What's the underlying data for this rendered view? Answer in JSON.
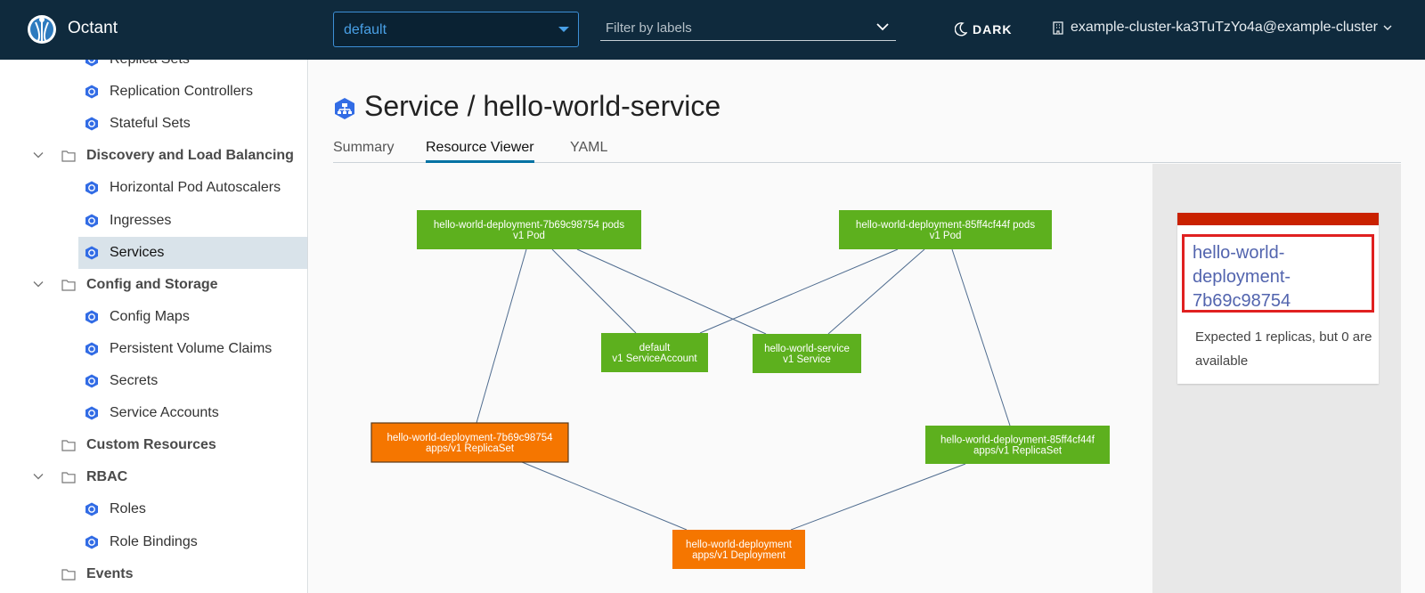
{
  "header": {
    "app_name": "Octant",
    "namespace": "default",
    "label_filter_placeholder": "Filter by labels",
    "theme_label": "DARK",
    "context": "example-cluster-ka3TuTzYo4a@example-cluster"
  },
  "sidebar": {
    "items": [
      {
        "label": "Replica Sets",
        "type": "child",
        "icon": "replicaset-icon"
      },
      {
        "label": "Replication Controllers",
        "type": "child",
        "icon": "replication-controller-icon"
      },
      {
        "label": "Stateful Sets",
        "type": "child",
        "icon": "statefulset-icon"
      },
      {
        "label": "Discovery and Load Balancing",
        "type": "group",
        "expanded": true
      },
      {
        "label": "Horizontal Pod Autoscalers",
        "type": "child",
        "icon": "hpa-icon"
      },
      {
        "label": "Ingresses",
        "type": "child",
        "icon": "ingress-icon"
      },
      {
        "label": "Services",
        "type": "child",
        "icon": "service-icon",
        "selected": true
      },
      {
        "label": "Config and Storage",
        "type": "group",
        "expanded": true
      },
      {
        "label": "Config Maps",
        "type": "child",
        "icon": "configmap-icon"
      },
      {
        "label": "Persistent Volume Claims",
        "type": "child",
        "icon": "pvc-icon"
      },
      {
        "label": "Secrets",
        "type": "child",
        "icon": "secret-icon"
      },
      {
        "label": "Service Accounts",
        "type": "child",
        "icon": "serviceaccount-icon"
      },
      {
        "label": "Custom Resources",
        "type": "group",
        "expanded": false
      },
      {
        "label": "RBAC",
        "type": "group",
        "expanded": true
      },
      {
        "label": "Roles",
        "type": "child",
        "icon": "role-icon"
      },
      {
        "label": "Role Bindings",
        "type": "child",
        "icon": "rolebinding-icon"
      },
      {
        "label": "Events",
        "type": "group",
        "expanded": false
      }
    ]
  },
  "page": {
    "title": "Service / hello-world-service",
    "tabs": [
      "Summary",
      "Resource Viewer",
      "YAML"
    ],
    "active_tab": "Resource Viewer"
  },
  "graph": {
    "colors": {
      "ok": "#5db01e",
      "warning": "#f57600",
      "edge": "#4f6c8f"
    },
    "nodes": [
      {
        "id": "pods-7b",
        "line1": "hello-world-deployment-7b69c98754 pods",
        "line2": "v1 Pod",
        "status": "ok"
      },
      {
        "id": "pods-85",
        "line1": "hello-world-deployment-85ff4cf44f pods",
        "line2": "v1 Pod",
        "status": "ok"
      },
      {
        "id": "sa",
        "line1": "default",
        "line2": "v1 ServiceAccount",
        "status": "ok"
      },
      {
        "id": "svc",
        "line1": "hello-world-service",
        "line2": "v1 Service",
        "status": "ok"
      },
      {
        "id": "rs-7b",
        "line1": "hello-world-deployment-7b69c98754",
        "line2": "apps/v1 ReplicaSet",
        "status": "warning",
        "selected": true
      },
      {
        "id": "rs-85",
        "line1": "hello-world-deployment-85ff4cf44f",
        "line2": "apps/v1 ReplicaSet",
        "status": "ok"
      },
      {
        "id": "deploy",
        "line1": "hello-world-deployment",
        "line2": "apps/v1 Deployment",
        "status": "warning"
      }
    ],
    "edges": [
      [
        "pods-7b",
        "rs-7b"
      ],
      [
        "pods-7b",
        "sa"
      ],
      [
        "pods-7b",
        "svc"
      ],
      [
        "pods-85",
        "sa"
      ],
      [
        "pods-85",
        "svc"
      ],
      [
        "pods-85",
        "rs-85"
      ],
      [
        "rs-7b",
        "deploy"
      ],
      [
        "rs-85",
        "deploy"
      ]
    ]
  },
  "detail": {
    "title": "hello-world-deployment-7b69c98754",
    "title_lines": [
      "hello-world-",
      "deployment-",
      "7b69c98754"
    ],
    "message": "Expected 1 replicas, but 0 are available",
    "status_color": "#c92100"
  }
}
